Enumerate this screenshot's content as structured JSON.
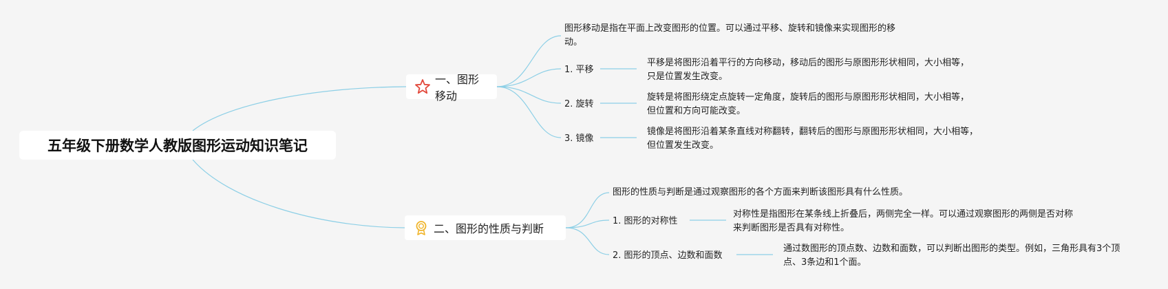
{
  "root": {
    "title": "五年级下册数学人教版图形运动知识笔记"
  },
  "branches": [
    {
      "icon": "star-icon",
      "label": "一、图形移动",
      "intro": "图形移动是指在平面上改变图形的位置。可以通过平移、旋转和镜像来实现图形的移动。",
      "children": [
        {
          "label": "1. 平移",
          "desc": "平移是将图形沿着平行的方向移动，移动后的图形与原图形形状相同，大小相等，只是位置发生改变。"
        },
        {
          "label": "2. 旋转",
          "desc": "旋转是将图形绕定点旋转一定角度，旋转后的图形与原图形形状相同，大小相等，但位置和方向可能改变。"
        },
        {
          "label": "3. 镜像",
          "desc": "镜像是将图形沿着某条直线对称翻转，翻转后的图形与原图形形状相同，大小相等，但位置发生改变。"
        }
      ]
    },
    {
      "icon": "medal-icon",
      "label": "二、图形的性质与判断",
      "intro": "图形的性质与判断是通过观察图形的各个方面来判断该图形具有什么性质。",
      "children": [
        {
          "label": "1. 图形的对称性",
          "desc": "对称性是指图形在某条线上折叠后，两侧完全一样。可以通过观察图形的两侧是否对称来判断图形是否具有对称性。"
        },
        {
          "label": "2. 图形的顶点、边数和面数",
          "desc": "通过数图形的顶点数、边数和面数，可以判断出图形的类型。例如，三角形具有3个顶点、3条边和1个面。"
        }
      ]
    }
  ],
  "colors": {
    "line": "#8ccfe6",
    "star": "#e2473a",
    "medal": "#f0b429"
  }
}
